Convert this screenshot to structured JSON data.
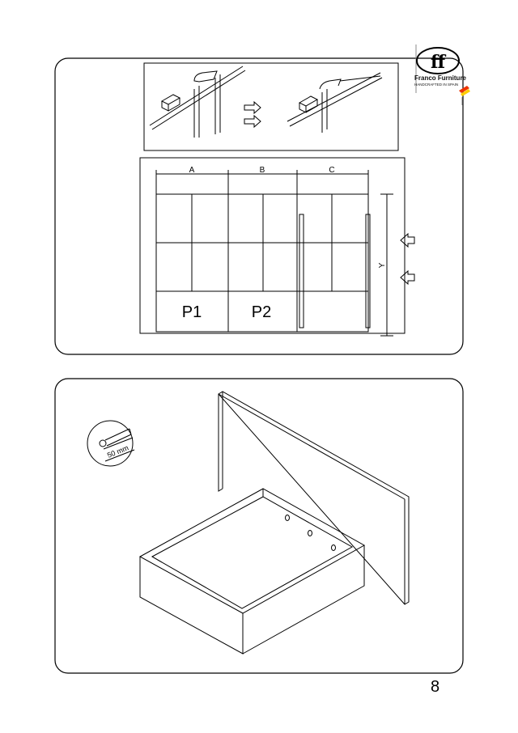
{
  "logo": {
    "brand": "Franco Furniture",
    "tagline": "HANDCRAFTED IN SPAIN"
  },
  "top_panel": {
    "dimension_labels": [
      "A",
      "B",
      "C"
    ],
    "height_label": "Y",
    "panel_labels": [
      "P1",
      "P2"
    ]
  },
  "bottom_panel": {
    "screw_length": "50 mm"
  },
  "page_number": "8"
}
